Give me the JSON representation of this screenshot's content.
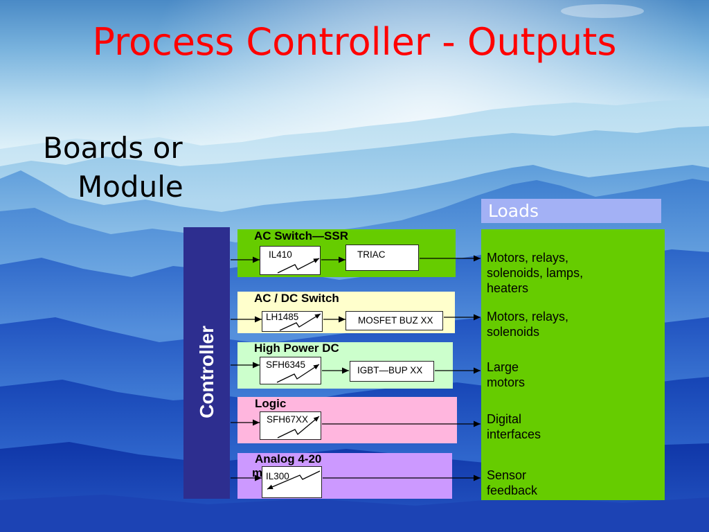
{
  "slide": {
    "title": "Process Controller - Outputs",
    "heading_line1": "Boards or",
    "heading_line2": "Module"
  },
  "colors": {
    "title": "#FF0000",
    "controller": "#2D2E8F",
    "loads_header": "#A3B1F5",
    "loads_panel": "#66CC00",
    "text_on_dark": "#FFFFFF"
  },
  "icons": {
    "isolator": "optocoupler-icon",
    "signal_flow": "arrow-right-icon"
  },
  "controller": {
    "label": "Controller"
  },
  "loads": {
    "header": "Loads",
    "items": [
      {
        "lines": [
          "Motors, relays,",
          "solenoids, lamps,",
          "heaters"
        ]
      },
      {
        "lines": [
          "Motors, relays,",
          "solenoids"
        ]
      },
      {
        "lines": [
          "Large",
          "motors"
        ]
      },
      {
        "lines": [
          "Digital",
          "interfaces"
        ]
      },
      {
        "lines": [
          "Sensor",
          "feedback"
        ]
      }
    ]
  },
  "modules": [
    {
      "label": [
        "AC Switch—SSR"
      ],
      "isolator": "IL410",
      "driver": "TRIAC",
      "color": "#66CC00"
    },
    {
      "label": [
        "AC / DC Switch"
      ],
      "isolator": "LH1485",
      "driver": "MOSFET BUZ XX",
      "color": "#FFFFCC"
    },
    {
      "label": [
        "High Power DC"
      ],
      "isolator": "SFH6345",
      "driver": "IGBT—BUP XX",
      "color": "#CCFFCC"
    },
    {
      "label": [
        "Logic"
      ],
      "isolator": "SFH67XX",
      "color": "#FFB6DE"
    },
    {
      "label": [
        "Analog 4-20",
        "mA"
      ],
      "isolator": "IL300",
      "color": "#CC99FF"
    }
  ]
}
